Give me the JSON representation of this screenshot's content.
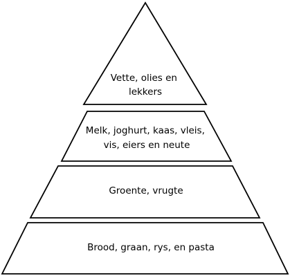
{
  "pyramid": {
    "tiers": [
      {
        "id": "top",
        "lines": [
          "Vette, olies en",
          "lekkers"
        ]
      },
      {
        "id": "second",
        "lines": [
          "Melk, joghurt, kaas, vleis,",
          "vis, eiers en neute"
        ]
      },
      {
        "id": "third",
        "lines": [
          "Groente, vrugte"
        ]
      },
      {
        "id": "base",
        "lines": [
          "Brood, graan, rys, en pasta"
        ]
      }
    ],
    "colors": {
      "fill": "#ffffff",
      "stroke": "#000000",
      "text": "#000000"
    }
  }
}
